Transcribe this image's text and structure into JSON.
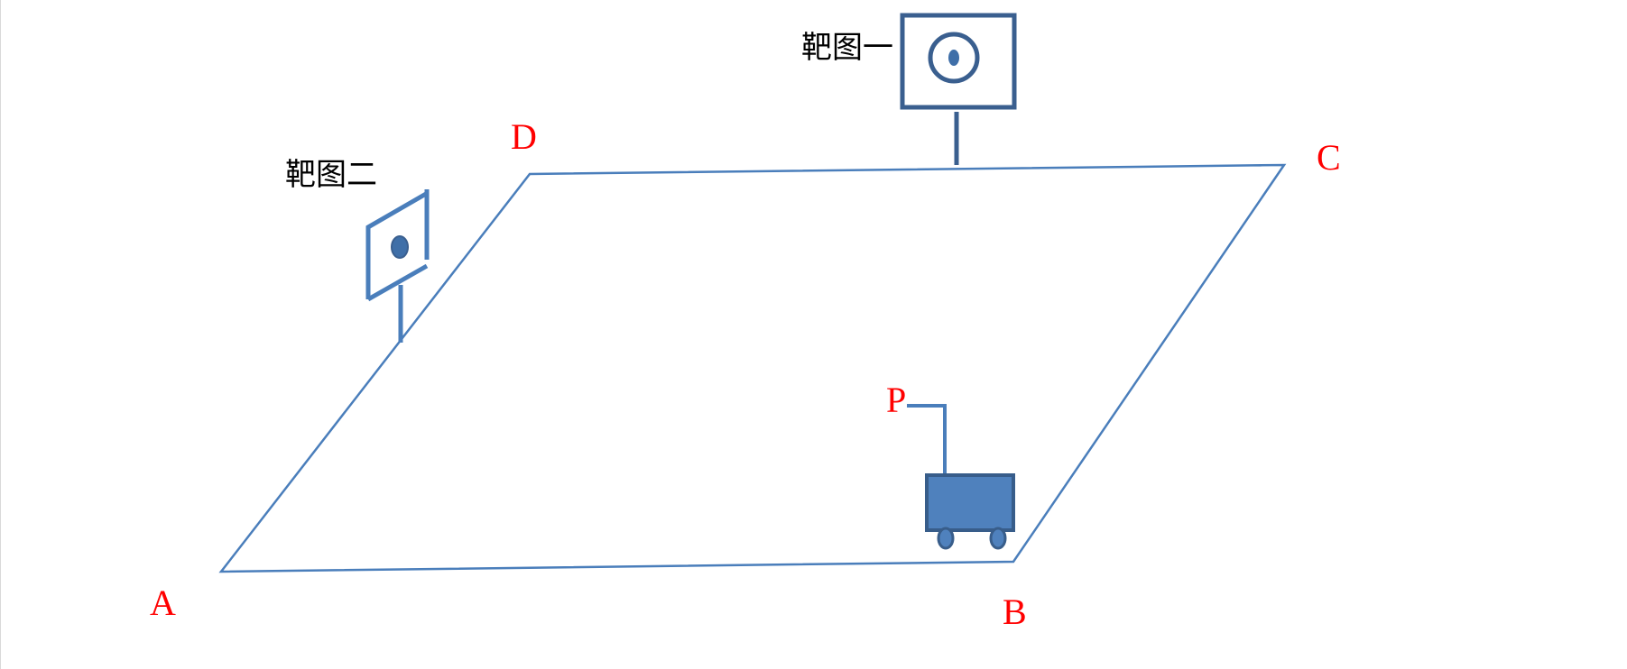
{
  "colors": {
    "field_line": "#4a7ebb",
    "target_frame": "#3a5f8f",
    "target_dot": "#3f6fa8",
    "cart_fill": "#4f81bd",
    "cart_border": "#385d8a",
    "vertex_label": "#ff0000",
    "target_label": "#000000"
  },
  "field": {
    "vertices": {
      "A": "A",
      "B": "B",
      "C": "C",
      "D": "D"
    }
  },
  "targets": {
    "target_one": {
      "label": "靶图一",
      "icon": "target-icon"
    },
    "target_two": {
      "label": "靶图二",
      "icon": "target-icon"
    }
  },
  "cart": {
    "label": "P",
    "icon": "cart-icon"
  }
}
